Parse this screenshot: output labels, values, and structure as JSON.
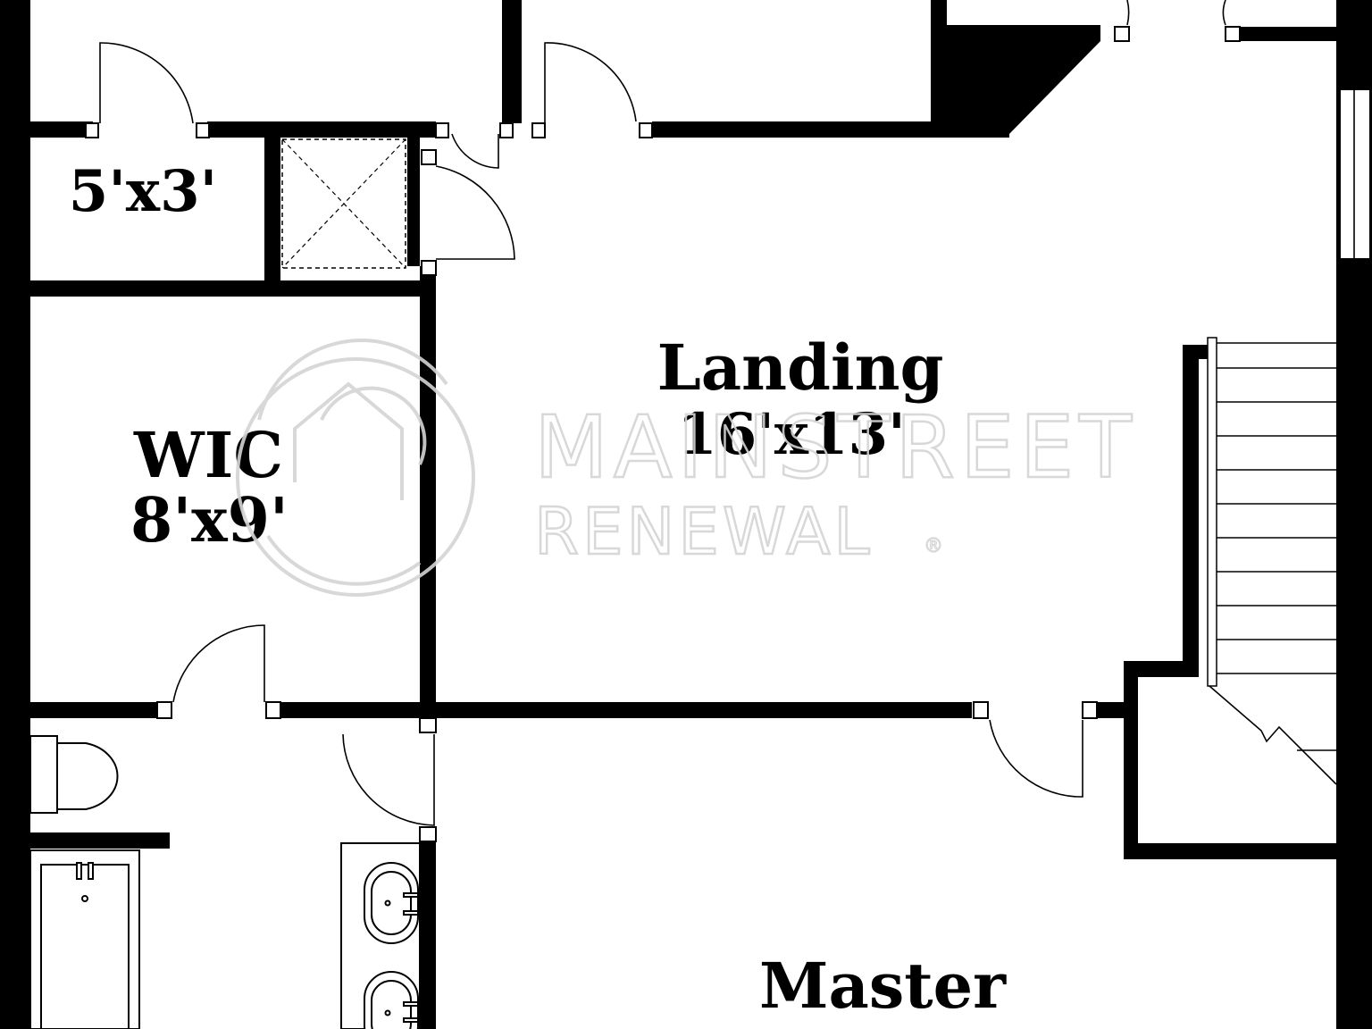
{
  "floorplan": {
    "rooms": {
      "closet": {
        "dimensions": "5'x3'"
      },
      "wic": {
        "name": "WIC",
        "dimensions": "8'x9'"
      },
      "landing": {
        "name": "Landing",
        "dimensions": "16'x13'"
      },
      "master": {
        "name": "Master"
      }
    },
    "watermark": {
      "line1": "MAINSTREET",
      "line2": "RENEWAL",
      "mark": "®",
      "color": "#d4d4d4"
    },
    "colors": {
      "wall": "#000000",
      "background": "#ffffff"
    }
  }
}
